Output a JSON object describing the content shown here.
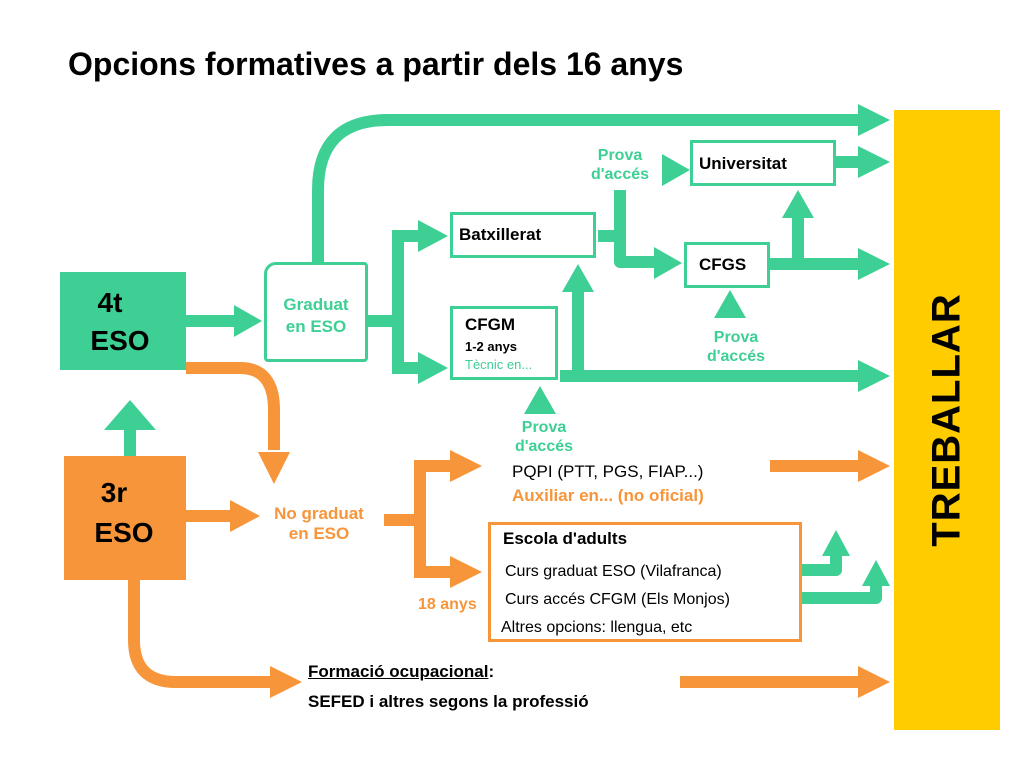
{
  "title": "Opcions formatives a partir dels 16 anys",
  "colors": {
    "green": "#3ecf95",
    "orange": "#f7953a",
    "yellow": "#ffcc00"
  },
  "grades": {
    "eso4": {
      "line1": "4t",
      "line2": "ESO"
    },
    "eso3": {
      "line1": "3r",
      "line2": "ESO"
    }
  },
  "graduat": {
    "line1": "Graduat",
    "line2": "en ESO"
  },
  "no_graduat": {
    "line1": "No graduat",
    "line2": "en ESO"
  },
  "batxillerat": "Batxillerat",
  "cfgm": {
    "title": "CFGM",
    "years": "1-2 anys",
    "tecnic": "Tècnic en..."
  },
  "universitat": "Universitat",
  "cfgs": "CFGS",
  "prova_acces": {
    "line1": "Prova",
    "line2": "d'accés"
  },
  "pqpi": {
    "line1": "PQPI (PTT, PGS, FIAP...)",
    "line2": "Auxiliar en... (no oficial)"
  },
  "escola_adults": {
    "title": "Escola d'adults",
    "items": [
      "Curs graduat ESO (Vilafranca)",
      "Curs accés CFGM (Els Monjos)",
      "Altres opcions: llengua, etc"
    ]
  },
  "age_18": "18 anys",
  "formacio": {
    "title": "Formació ocupacional",
    "colon": ":",
    "subtitle": "SEFED i altres segons la professió"
  },
  "treballar": "TREBALLAR"
}
